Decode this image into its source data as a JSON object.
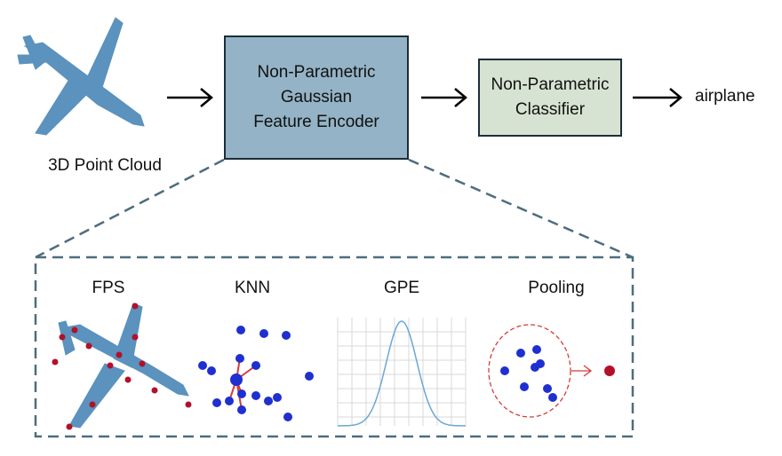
{
  "input_label": "3D Point Cloud",
  "encoder_label": "Non-Parametric\nGaussian\nFeature Encoder",
  "classifier_label": "Non-Parametric\nClassifier",
  "output_label": "airplane",
  "steps": [
    {
      "label": "FPS",
      "icon": "airplane-fps-icon"
    },
    {
      "label": "KNN",
      "icon": "knn-cluster-icon"
    },
    {
      "label": "GPE",
      "icon": "gaussian-curve-icon"
    },
    {
      "label": "Pooling",
      "icon": "pooling-icon"
    }
  ],
  "colors": {
    "encoder_fill": "#94b3c6",
    "classifier_fill": "#d7e3d2",
    "dashed_line": "#4d6d7d",
    "point_blue": "#1f2fd0",
    "sample_red": "#b3102a",
    "cloud_blue": "#3f7fb3",
    "curve_blue": "#6aa7d4"
  }
}
